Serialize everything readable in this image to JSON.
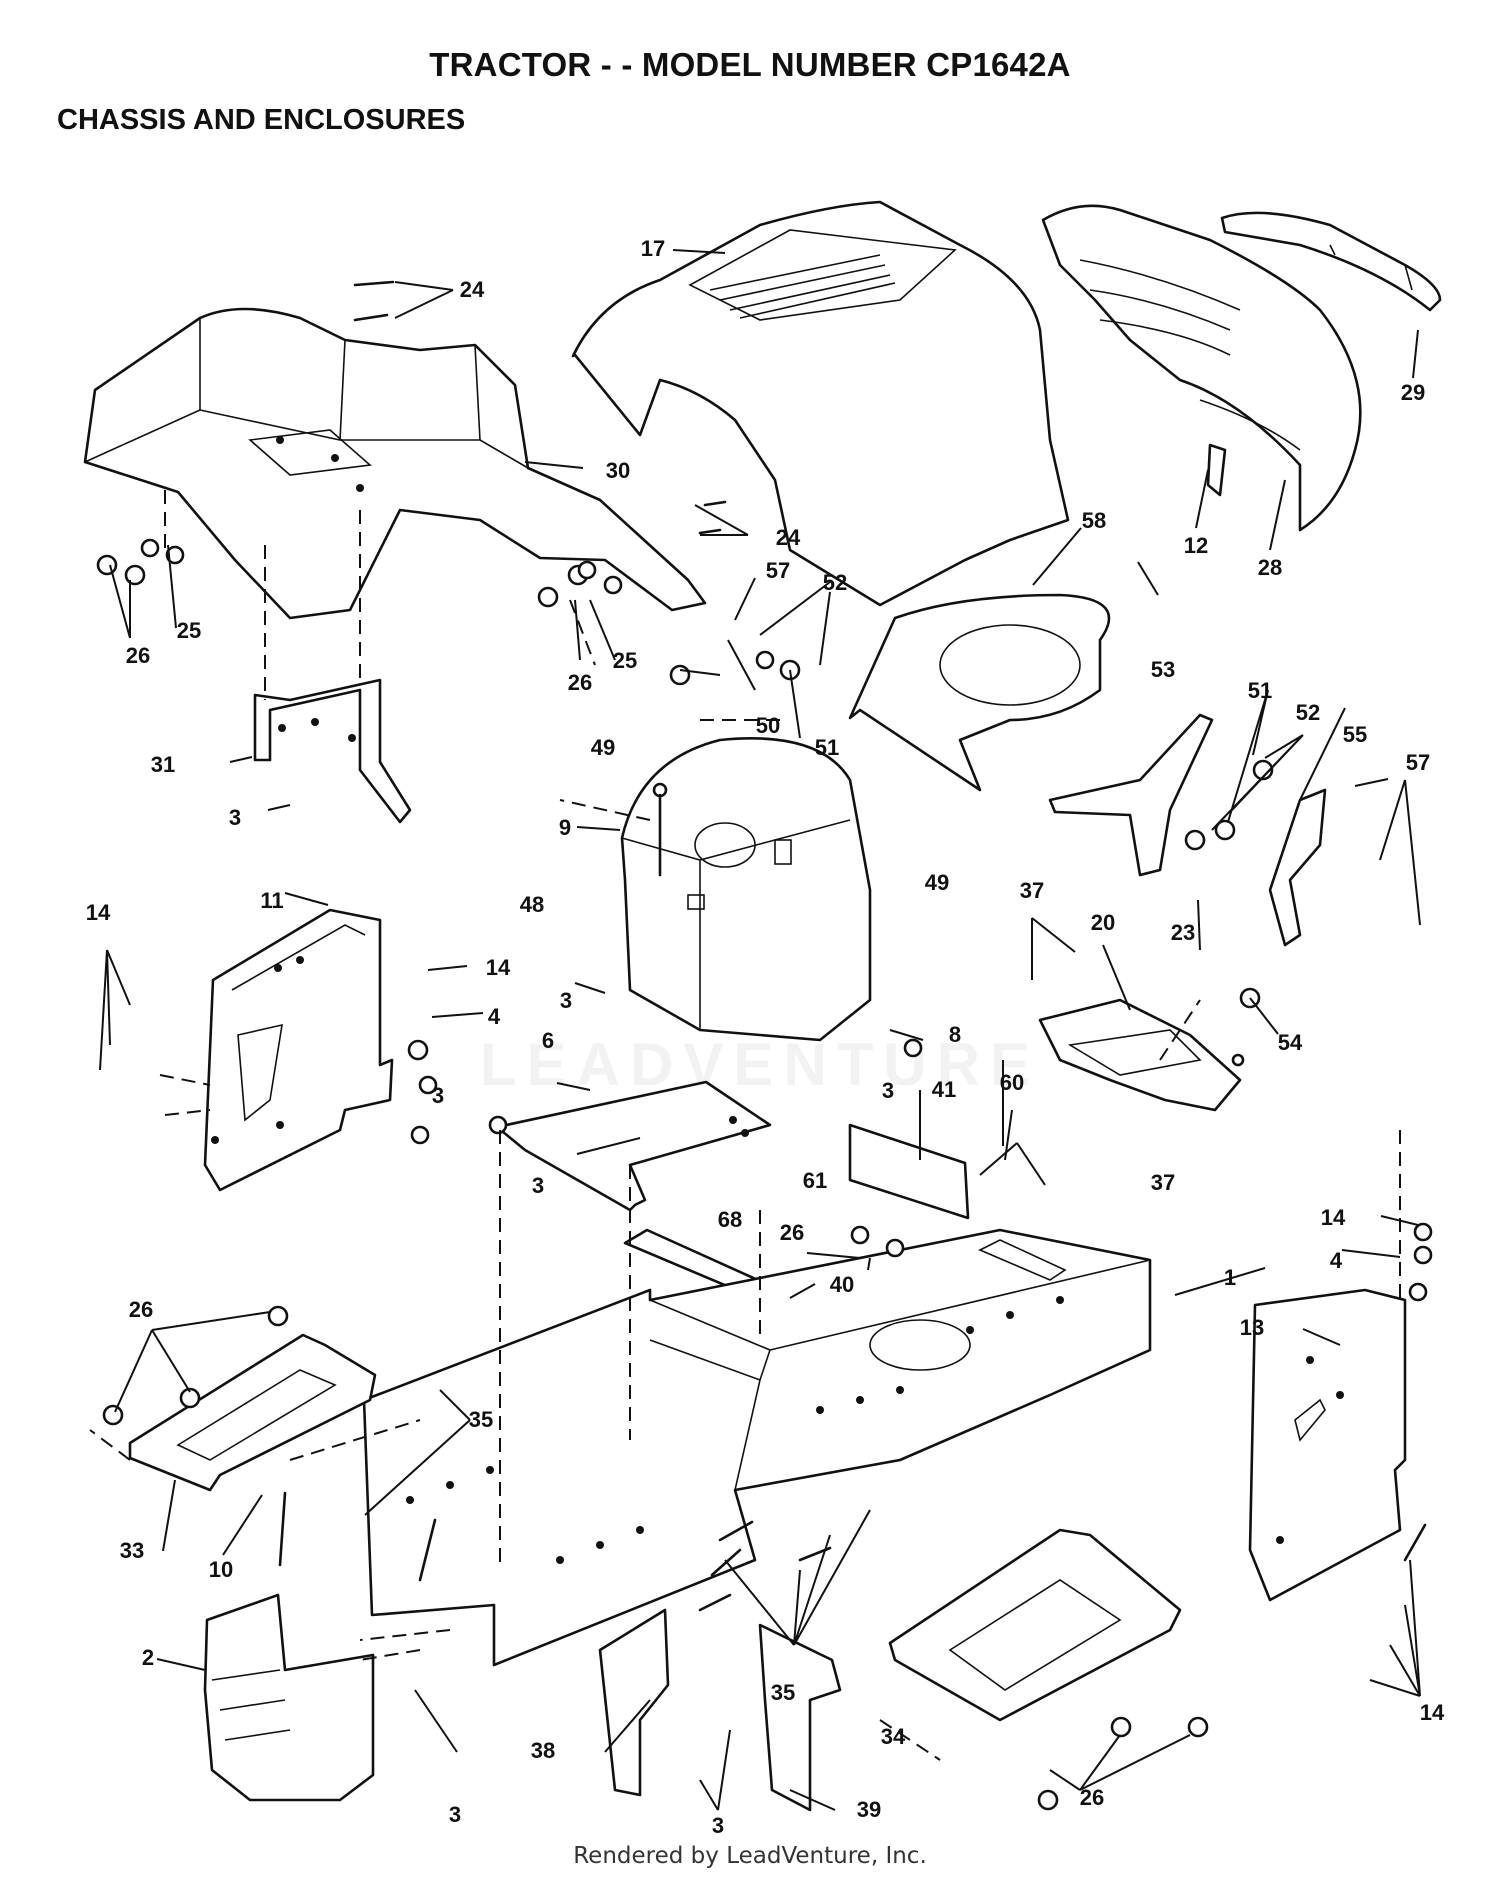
{
  "header": {
    "title": "TRACTOR - - MODEL NUMBER CP1642A",
    "subtitle": "CHASSIS AND ENCLOSURES"
  },
  "watermark": "LEADVENTURE",
  "footer": "Rendered by LeadVenture, Inc.",
  "callouts": [
    "17",
    "24",
    "29",
    "30",
    "24",
    "12",
    "28",
    "58",
    "25",
    "26",
    "25",
    "26",
    "57",
    "52",
    "49",
    "50",
    "51",
    "31",
    "3",
    "9",
    "53",
    "51",
    "52",
    "55",
    "57",
    "48",
    "49",
    "11",
    "14",
    "14",
    "4",
    "37",
    "20",
    "23",
    "54",
    "3",
    "8",
    "6",
    "3",
    "3",
    "41",
    "60",
    "37",
    "3",
    "68",
    "61",
    "26",
    "14",
    "4",
    "1",
    "40",
    "26",
    "35",
    "13",
    "33",
    "10",
    "2",
    "35",
    "34",
    "14",
    "38",
    "3",
    "3",
    "39",
    "26"
  ]
}
